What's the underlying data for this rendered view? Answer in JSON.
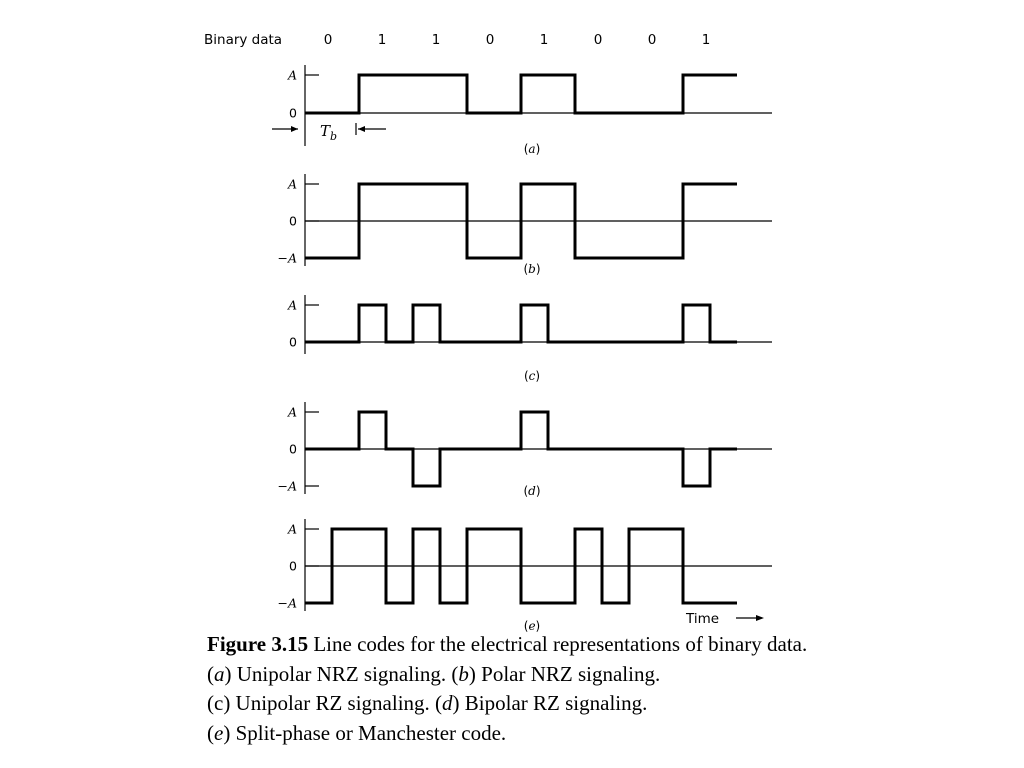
{
  "header": {
    "label": "Binary data",
    "bits": [
      "0",
      "1",
      "1",
      "0",
      "1",
      "0",
      "0",
      "1"
    ]
  },
  "levels": {
    "A": "A",
    "zero": "0",
    "minus_A": "−A"
  },
  "bit_period_label": {
    "base": "T",
    "sub": "b"
  },
  "time_label": "Time",
  "panels": [
    {
      "id": "a",
      "label": "a",
      "levels": [
        "A",
        "0"
      ],
      "segments": [
        [
          0,
          1,
          0
        ],
        [
          1,
          3,
          1
        ],
        [
          3,
          4,
          0
        ],
        [
          4,
          5,
          1
        ],
        [
          5,
          7,
          0
        ],
        [
          7,
          8,
          1
        ]
      ]
    },
    {
      "id": "b",
      "label": "b",
      "levels": [
        "A",
        "0",
        "−A"
      ],
      "segments": [
        [
          0,
          1,
          -1
        ],
        [
          1,
          3,
          1
        ],
        [
          3,
          4,
          -1
        ],
        [
          4,
          5,
          1
        ],
        [
          5,
          7,
          -1
        ],
        [
          7,
          8,
          1
        ]
      ]
    },
    {
      "id": "c",
      "label": "c",
      "levels": [
        "A",
        "0"
      ],
      "segments": [
        [
          0,
          1,
          0
        ],
        [
          1,
          1.5,
          1
        ],
        [
          1.5,
          2,
          0
        ],
        [
          2,
          2.5,
          1
        ],
        [
          2.5,
          4,
          0
        ],
        [
          4,
          4.5,
          1
        ],
        [
          4.5,
          7,
          0
        ],
        [
          7,
          7.5,
          1
        ],
        [
          7.5,
          8,
          0
        ]
      ]
    },
    {
      "id": "d",
      "label": "d",
      "levels": [
        "A",
        "0",
        "−A"
      ],
      "segments": [
        [
          0,
          1,
          0
        ],
        [
          1,
          1.5,
          1
        ],
        [
          1.5,
          2,
          0
        ],
        [
          2,
          2.5,
          -1
        ],
        [
          2.5,
          4,
          0
        ],
        [
          4,
          4.5,
          1
        ],
        [
          4.5,
          7,
          0
        ],
        [
          7,
          7.5,
          -1
        ],
        [
          7.5,
          8,
          0
        ]
      ]
    },
    {
      "id": "e",
      "label": "e",
      "levels": [
        "A",
        "0",
        "−A"
      ],
      "segments": [
        [
          0,
          0.5,
          -1
        ],
        [
          0.5,
          1.5,
          1
        ],
        [
          1.5,
          2,
          -1
        ],
        [
          2,
          2.5,
          1
        ],
        [
          2.5,
          3,
          -1
        ],
        [
          3,
          4,
          1
        ],
        [
          4,
          5,
          -1
        ],
        [
          5,
          5.5,
          1
        ],
        [
          5.5,
          6,
          -1
        ],
        [
          6,
          7,
          1
        ],
        [
          7,
          8,
          -1
        ]
      ]
    }
  ],
  "caption": {
    "figure_label": "Figure 3.15",
    "line1": "Line codes for the electrical representations of binary data.",
    "line2_a_label": "a",
    "line2_a_text": "Unipolar NRZ signaling.",
    "line2_b_label": "b",
    "line2_b_text": "Polar NRZ signaling.",
    "line3_c_text": "(c) Unipolar RZ signaling.",
    "line3_d_label": "d",
    "line3_d_text": "Bipolar RZ signaling.",
    "line4_e_label": "e",
    "line4_e_text": "Split-phase or Manchester code."
  }
}
